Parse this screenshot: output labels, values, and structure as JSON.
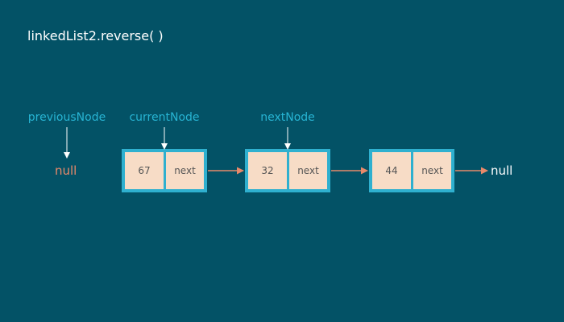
{
  "title": "linkedList2.reverse( )",
  "pointers": {
    "previous": "previousNode",
    "current": "currentNode",
    "next": "nextNode"
  },
  "start_null": "null",
  "end_null": "null",
  "nodes": [
    {
      "value": "67",
      "next": "next"
    },
    {
      "value": "32",
      "next": "next"
    },
    {
      "value": "44",
      "next": "next"
    }
  ],
  "colors": {
    "background": "#035266",
    "pointer_label": "#27b4d3",
    "node_border": "#2fb0cf",
    "node_fill": "#f7dcc6",
    "link_arrow": "#e8896a",
    "start_null": "#e8896a",
    "end_null": "#ffffff"
  }
}
